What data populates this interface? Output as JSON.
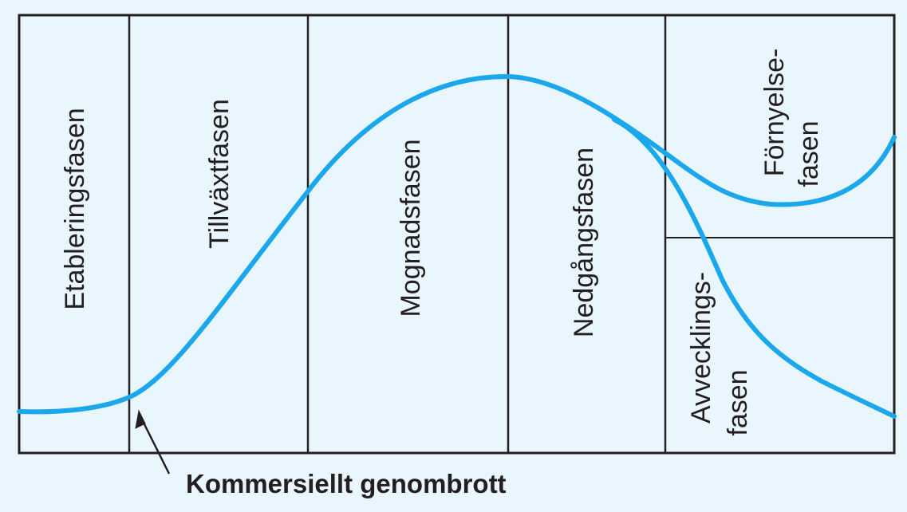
{
  "diagram": {
    "phases": {
      "etablering": "Etableringsfasen",
      "tillvaxt": "Tillväxtfasen",
      "mognad": "Mognadsfasen",
      "nedgang": "Nedgångsfasen",
      "fornyelse_line1": "Förnyelse-",
      "fornyelse_line2": "fasen",
      "avveckling_line1": "Avvecklings-",
      "avveckling_line2": "fasen"
    },
    "breakthrough_caption": "Kommersiellt genombrott",
    "colors": {
      "background": "#eaf6fd",
      "frame": "#231f20",
      "curve": "#1aa7ec"
    }
  }
}
